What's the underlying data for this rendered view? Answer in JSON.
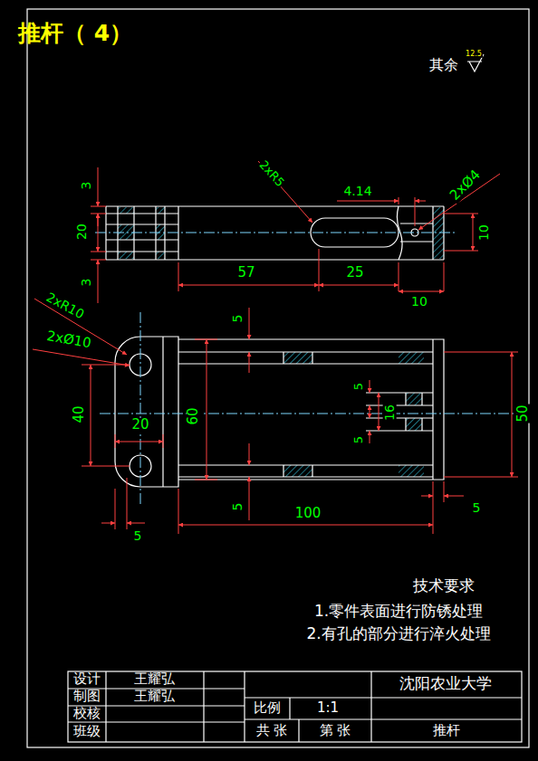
{
  "diagram": {
    "title": "推杆（ 4）",
    "labels": [
      "其余",
      "12.5",
      "3",
      "20",
      "3",
      "2xR5",
      "4.14",
      "2xØ4",
      "10",
      "57",
      "25",
      "10",
      "2xR10",
      "2xØ10",
      "5",
      "40",
      "20",
      "60",
      "5",
      "100",
      "5",
      "5",
      "16",
      "50",
      "5",
      "5",
      "技术要求",
      "1.零件表面进行防锈处理",
      "2.有孔的部分进行淬火处理",
      "设计",
      "王耀弘",
      "制图",
      "王耀弘",
      "校核",
      "班级",
      "沈阳农业大学",
      "比例",
      "1:1",
      "共 张",
      "第 张",
      "推杆"
    ]
  }
}
